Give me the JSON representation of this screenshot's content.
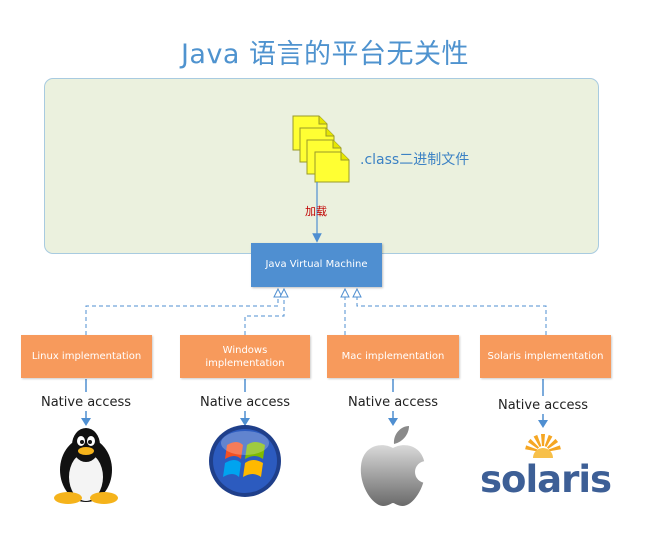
{
  "title": "Java 语言的平台无关性",
  "class_files": {
    "label": ".class二进制文件"
  },
  "load_label": "加载",
  "jvm": {
    "label": "Java Virtual Machine"
  },
  "implementations": [
    {
      "label": "Linux implementation",
      "native": "Native access",
      "logo": "tux-penguin-icon"
    },
    {
      "label": "Windows implementation",
      "native": "Native access",
      "logo": "windows-logo-icon"
    },
    {
      "label": "Mac implementation",
      "native": "Native access",
      "logo": "apple-logo-icon"
    },
    {
      "label": "Solaris implementation",
      "native": "Native access",
      "logo": "solaris-logo-icon"
    }
  ],
  "solaris_wordmark": "solaris",
  "colors": {
    "title": "#4f93cf",
    "jvm_box": "#4f8fd1",
    "impl_box": "#f79a5c",
    "class_file": "#ffff33",
    "container": "#ebf1de",
    "load_text": "#c00000"
  }
}
